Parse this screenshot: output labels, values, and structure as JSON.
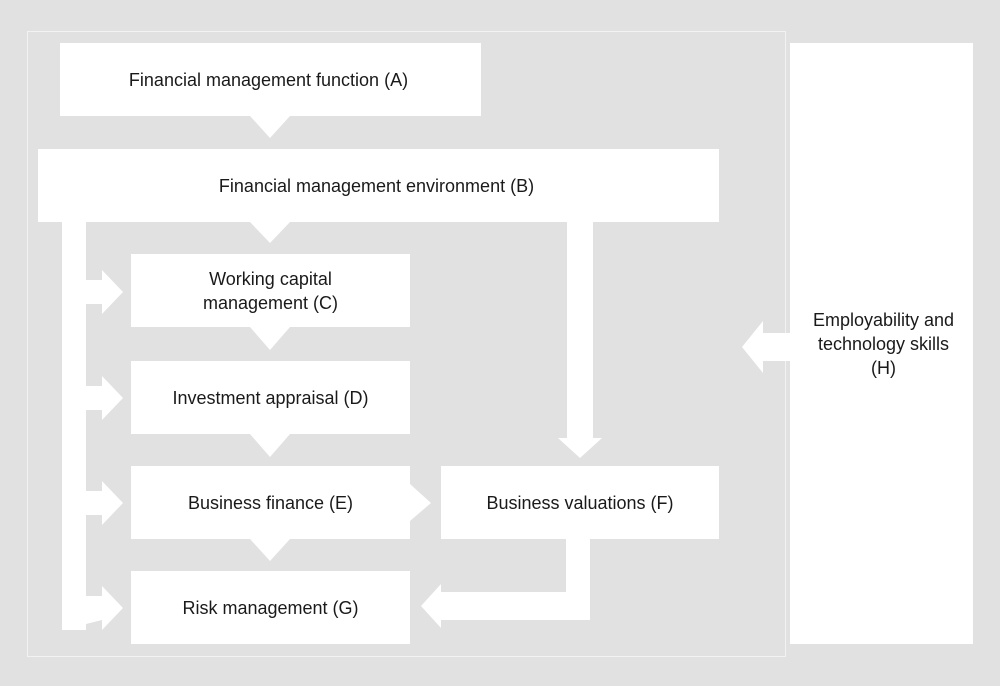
{
  "diagram": {
    "boxes": {
      "a": "Financial management function (A)",
      "b": "Financial management environment (B)",
      "c": "Working capital management (C)",
      "d": "Investment appraisal (D)",
      "e": "Business finance (E)",
      "f": "Business valuations (F)",
      "g": "Risk management (G)",
      "h": "Employability and technology skills (H)"
    },
    "colors": {
      "background": "#e1e1e1",
      "box_fill": "#ffffff",
      "arrow_fill": "#ffffff",
      "frame_border": "#f2f2f2",
      "text": "#1a1a1a"
    }
  }
}
